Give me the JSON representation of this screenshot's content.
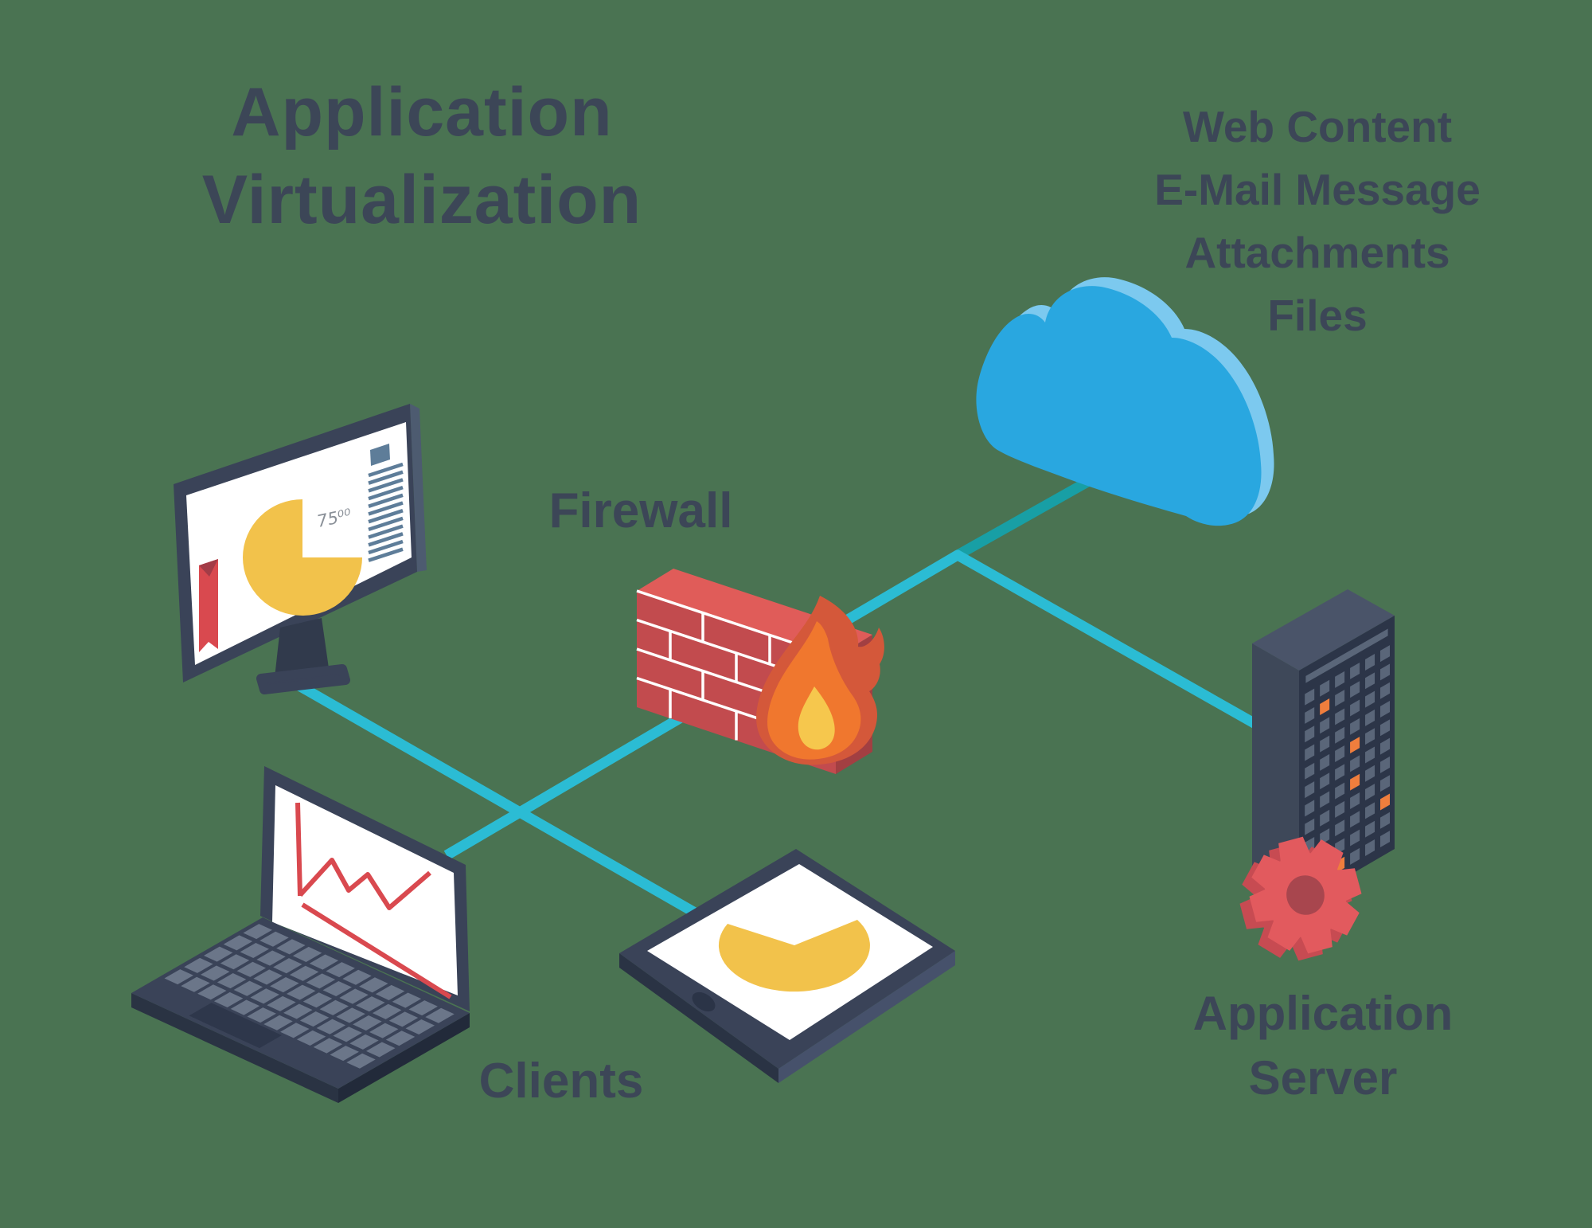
{
  "title": {
    "line1": "Application",
    "line2": "Virtualization"
  },
  "cloud_label": {
    "lines": [
      "Web Content",
      "E-Mail Message",
      "Attachments",
      "Files"
    ]
  },
  "labels": {
    "firewall": "Firewall",
    "clients": "Clients",
    "app_server_line1": "Application",
    "app_server_line2": "Server"
  },
  "monitor_screen": {
    "pie_annotation": "75⁰⁰"
  },
  "nodes": [
    {
      "id": "clients",
      "label": "Clients",
      "icons": [
        "desktop-monitor-icon",
        "laptop-icon",
        "tablet-icon"
      ]
    },
    {
      "id": "firewall",
      "label": "Firewall",
      "icons": [
        "brick-wall-icon",
        "flame-icon"
      ]
    },
    {
      "id": "cloud",
      "label": "Web Content / E-Mail Message / Attachments / Files",
      "icons": [
        "cloud-icon"
      ]
    },
    {
      "id": "application-server",
      "label": "Application Server",
      "icons": [
        "server-tower-icon",
        "gear-icon"
      ]
    }
  ],
  "edges": [
    {
      "from": "monitor",
      "to": "tablet"
    },
    {
      "from": "laptop",
      "to": "firewall"
    },
    {
      "from": "firewall",
      "to": "cloud"
    },
    {
      "from": "cloud",
      "to": "application-server"
    }
  ],
  "colors": {
    "background": "#4A7352",
    "text": "#3C4657",
    "line_teal": "#2BBCD4",
    "line_teal_dark": "#189FA5",
    "device_slate": "#3A4358",
    "device_slate_dark": "#2A3343",
    "key_gray": "#6B7689",
    "screen_list_blue": "#5E7D99",
    "accent_yellow": "#F2C24B",
    "accent_red": "#D9494F",
    "brick_front": "#C24B4E",
    "brick_top": "#E05C59",
    "flame_outer": "#D4583A",
    "flame_mid": "#F0772E",
    "flame_inner": "#F6C74D",
    "cloud_blue": "#29A7E0",
    "cloud_light": "#7CC9EF",
    "server_front": "#2C3548",
    "server_top": "#4A5469",
    "server_side": "#3E4859",
    "server_led": "#5A6679",
    "server_led_orange": "#EF7E3D",
    "gear_red": "#E25A5E"
  },
  "decor": {
    "keyboard": {
      "rows": 5,
      "cols": 12,
      "key_color": "#6B7689"
    },
    "server_grid": {
      "rows": 11,
      "cols": 6,
      "led_color": "#5A6679",
      "orange_color": "#EF7E3D",
      "orange_cells": [
        [
          1,
          1
        ],
        [
          3,
          4
        ],
        [
          3,
          6
        ],
        [
          5,
          8
        ],
        [
          2,
          10
        ]
      ]
    }
  }
}
